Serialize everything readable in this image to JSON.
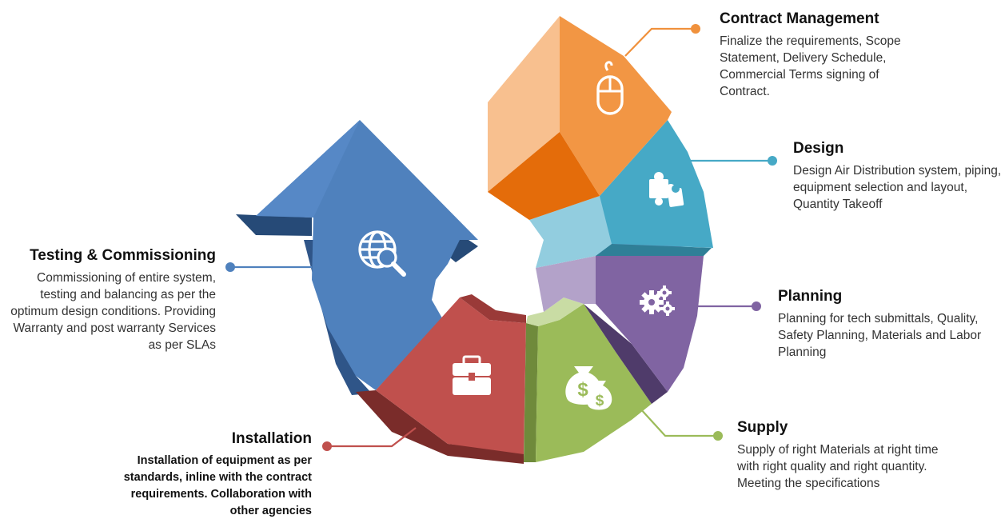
{
  "stages": {
    "contract": {
      "title": "Contract Management",
      "description": "Finalize the requirements, Scope Statement, Delivery Schedule, Commercial Terms signing of Contract.",
      "color": "#f0913c",
      "icon": "mouse-icon"
    },
    "design": {
      "title": "Design",
      "description": "Design Air Distribution system, piping, equipment selection and layout, Quantity Takeoff",
      "color": "#46a9c6",
      "icon": "puzzle-icon"
    },
    "planning": {
      "title": "Planning",
      "description": "Planning for tech submittals, Quality, Safety Planning, Materials and Labor Planning",
      "color": "#8064a2",
      "icon": "gears-icon"
    },
    "supply": {
      "title": "Supply",
      "description": "Supply of right Materials at right time with right quality and right quantity. Meeting the specifications",
      "color": "#9bbb59",
      "icon": "money-bags-icon"
    },
    "installation": {
      "title": "Installation",
      "description": "Installation of equipment as per standards, inline with the contract requirements. Collaboration with other agencies",
      "color": "#c0504d",
      "icon": "toolbox-icon"
    },
    "testing": {
      "title": "Testing & Commissioning",
      "description": "Commissioning of entire system, testing and balancing as per the optimum design conditions. Providing Warranty and post warranty Services as per SLAs",
      "color": "#4f81bd",
      "icon": "globe-search-icon"
    }
  }
}
